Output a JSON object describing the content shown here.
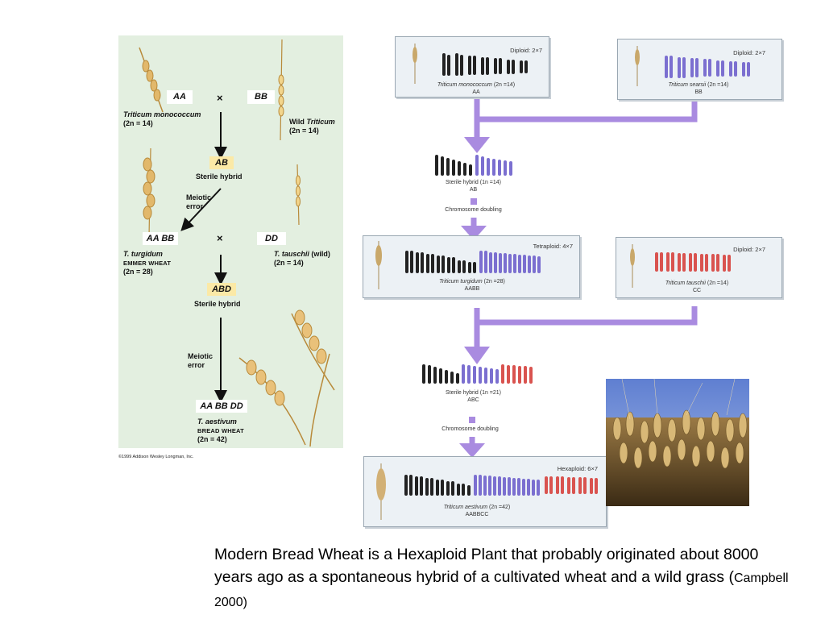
{
  "left": {
    "box_aa": "AA",
    "box_bb": "BB",
    "cross1": "×",
    "monococcum_name": "Triticum monococcum",
    "monococcum_2n": "(2n = 14)",
    "wild_triticum_prefix": "Wild",
    "wild_triticum_name": "Triticum",
    "wild_triticum_2n": "(2n = 14)",
    "box_ab": "AB",
    "sterile1": "Sterile hybrid",
    "meiotic1_line1": "Meiotic",
    "meiotic1_line2": "error",
    "box_aabb": "AA BB",
    "cross2": "×",
    "box_dd": "DD",
    "turgidum_name": "T. turgidum",
    "turgidum_common": "Emmer wheat",
    "turgidum_2n": "(2n = 28)",
    "tauschii_name": "T. tauschii",
    "tauschii_suffix": "(wild)",
    "tauschii_2n": "(2n = 14)",
    "box_abd": "ABD",
    "sterile2": "Sterile hybrid",
    "meiotic2_line1": "Meiotic",
    "meiotic2_line2": "error",
    "box_aabbdd": "AA BB DD",
    "aestivum_name": "T. aestivum",
    "aestivum_common": "Bread wheat",
    "aestivum_2n": "(2n = 42)",
    "copyright": "©1999 Addison Wesley Longman, Inc."
  },
  "right": {
    "mono": {
      "tag": "Diploid: 2×7",
      "species": "Triticum monococcum",
      "count": "(2n =14)",
      "genome": "AA"
    },
    "sears": {
      "tag": "Diploid: 2×7",
      "species": "Triticum searsii",
      "count": "(2n =14)",
      "genome": "BB"
    },
    "hybrid1": {
      "label": "Sterile hybrid (1n =14)",
      "genome": "AB"
    },
    "doubling1": "Chromosome doubling",
    "turg": {
      "tag": "Tetraploid: 4×7",
      "species": "Triticum turgidum",
      "count": "(2n =28)",
      "genome": "AABB"
    },
    "tausch": {
      "tag": "Diploid: 2×7",
      "species": "Triticum tauschii",
      "count": "(2n =14)",
      "genome": "CC"
    },
    "hybrid2": {
      "label": "Sterile hybrid (1n =21)",
      "genome": "ABC"
    },
    "doubling2": "Chromosome doubling",
    "aest": {
      "tag": "Hexaploid: 6×7",
      "species": "Triticum aestivum",
      "count": "(2n =42)",
      "genome": "AABBCC"
    }
  },
  "colors": {
    "genome_a": "#222222",
    "genome_b": "#7b6fd0",
    "genome_c": "#d9534f",
    "arrow": "#a98be0"
  },
  "caption": {
    "main": "Modern Bread Wheat is a Hexaploid Plant that probably originated about 8000 years ago as a spontaneous hybrid of a cultivated wheat and a wild grass (",
    "citation": "Campbell 2000",
    "close": ")"
  }
}
